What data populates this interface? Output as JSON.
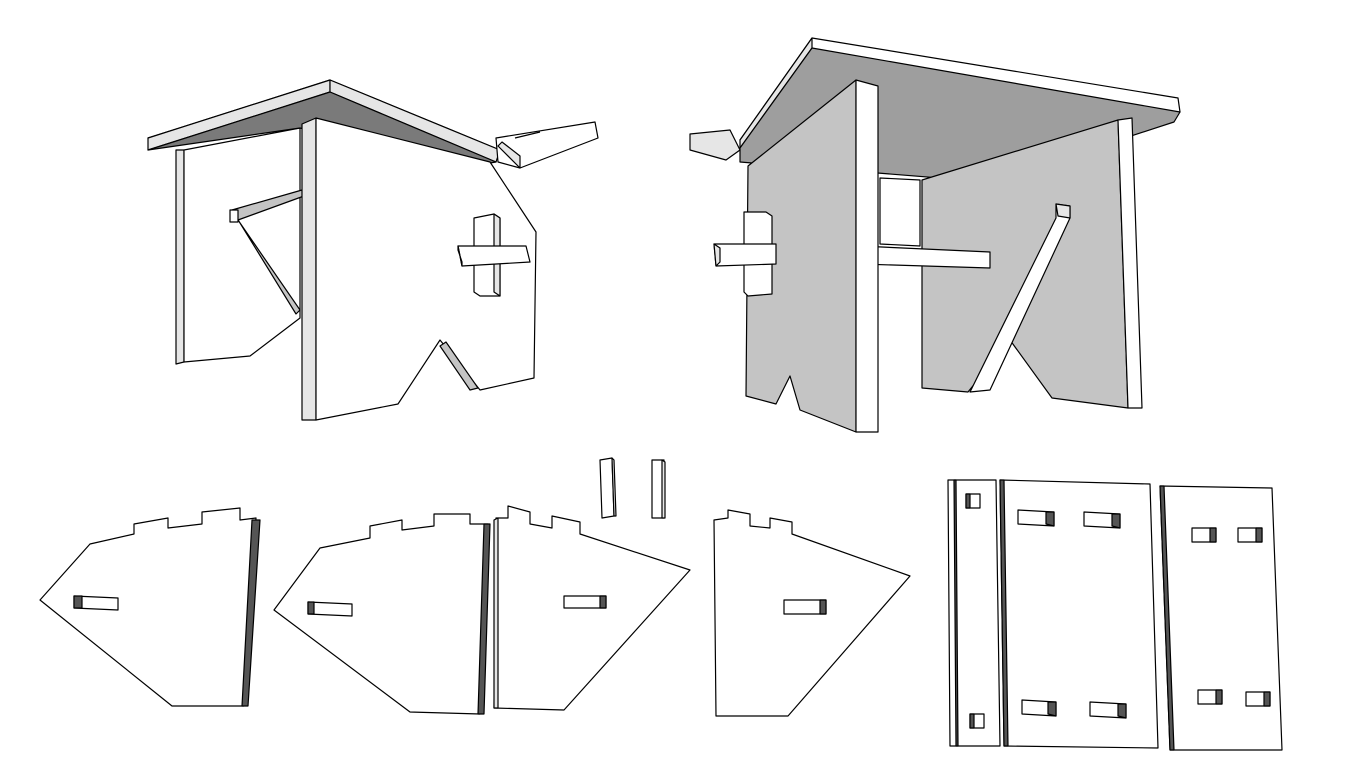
{
  "palette": {
    "background": "#ffffff",
    "outline": "#000000",
    "face_light": "#ffffff",
    "face_mid": "#e6e6e6",
    "face_grey": "#c4c4c4",
    "face_dark": "#999999",
    "face_darkest": "#555555"
  },
  "views": [
    {
      "id": "assembled-stool-view-front"
    },
    {
      "id": "assembled-stool-view-back"
    },
    {
      "id": "cut-parts-layout"
    }
  ],
  "parts": {
    "side_panels_count": 4,
    "pegs_count": 2,
    "top_boards_count": 3
  }
}
